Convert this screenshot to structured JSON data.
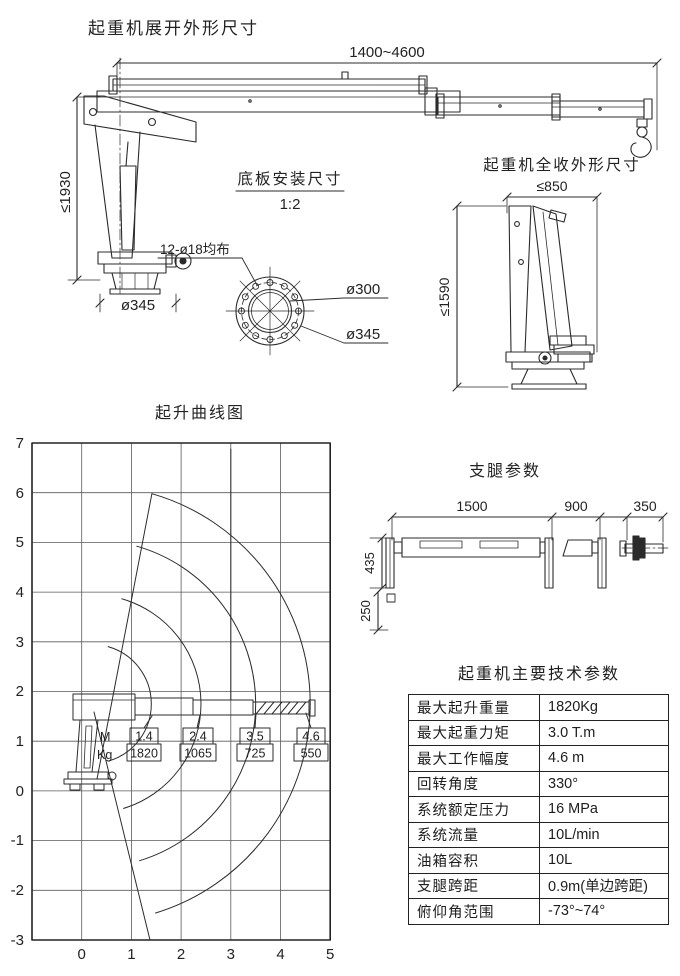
{
  "colors": {
    "ink": "#2b2b2b",
    "background": "#ffffff"
  },
  "extended_view": {
    "title": "起重机展开外形尺寸",
    "dim_reach": "1400~4600",
    "dim_height": "≤1930",
    "dim_base_diameter": "ø345"
  },
  "base_plate_view": {
    "title": "底板安装尺寸",
    "scale": "1:2",
    "bolt_pattern": "12-ø18均布",
    "dim_bolt_circle": "ø300",
    "dim_outer": "ø345"
  },
  "retracted_view": {
    "title": "起重机全收外形尺寸",
    "dim_width": "≤850",
    "dim_height": "≤1590"
  },
  "outrigger_view": {
    "title": "支腿参数",
    "dim_span_main": "1500",
    "dim_span_mid": "900",
    "dim_span_end": "350",
    "dim_height_upper": "435",
    "dim_height_lower": "250"
  },
  "chart_data": {
    "type": "line",
    "title": "起升曲线图",
    "xlim": [
      -1,
      5
    ],
    "ylim": [
      -3,
      7
    ],
    "grid": true,
    "x_ticks": [
      "0",
      "1",
      "2",
      "3",
      "4",
      "5"
    ],
    "y_ticks": [
      "7",
      "6",
      "5",
      "4",
      "3",
      "2",
      "1",
      "0",
      "-1",
      "-2",
      "-3"
    ],
    "row_labels": {
      "radius": "M",
      "capacity": "Kg"
    },
    "load_points": [
      {
        "radius": "1.4",
        "capacity": "1820"
      },
      {
        "radius": "2.4",
        "capacity": "1065"
      },
      {
        "radius": "3.5",
        "capacity": "725"
      },
      {
        "radius": "4.6",
        "capacity": "550"
      }
    ],
    "boom_radii_m": [
      1.4,
      2.4,
      3.5,
      4.6
    ],
    "capacities_kg": [
      1820,
      1065,
      725,
      550
    ],
    "luffing_angle_range_deg": [
      -73,
      74
    ]
  },
  "spec_table": {
    "title": "起重机主要技术参数",
    "rows": [
      {
        "label": "最大起升重量",
        "value": "1820Kg"
      },
      {
        "label": "最大起重力矩",
        "value": "3.0 T.m"
      },
      {
        "label": "最大工作幅度",
        "value": "4.6 m"
      },
      {
        "label": "回转角度",
        "value": "330°"
      },
      {
        "label": "系统额定压力",
        "value": "16 MPa"
      },
      {
        "label": "系统流量",
        "value": "10L/min"
      },
      {
        "label": "油箱容积",
        "value": "10L"
      },
      {
        "label": "支腿跨距",
        "value": "0.9m(单边跨距)"
      },
      {
        "label": "俯仰角范围",
        "value": "-73°~74°"
      }
    ]
  }
}
